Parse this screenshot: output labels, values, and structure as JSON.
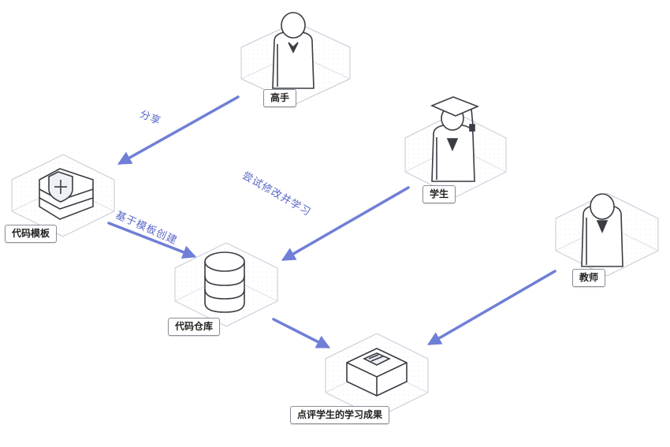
{
  "colors": {
    "arrow": "#6f7fd6",
    "edge_text": "#5966c8",
    "tile_line": "#c3c8d4",
    "tile_fill": "#f3f4f8",
    "icon_stroke": "#3a3d44"
  },
  "nodes": {
    "expert": {
      "label": "高手",
      "icon": "person-icon"
    },
    "student": {
      "label": "学生",
      "icon": "graduate-icon"
    },
    "teacher": {
      "label": "教师",
      "icon": "person-icon"
    },
    "template": {
      "label": "代码模板",
      "icon": "shield-icon"
    },
    "repo": {
      "label": "代码仓库",
      "icon": "database-icon"
    },
    "review": {
      "label": "点评学生的学习成果",
      "icon": "document-icon"
    }
  },
  "edges": {
    "share": "分享",
    "create_from_template": "基于模板创建",
    "try_modify_learn": "尝试修改并学习"
  }
}
